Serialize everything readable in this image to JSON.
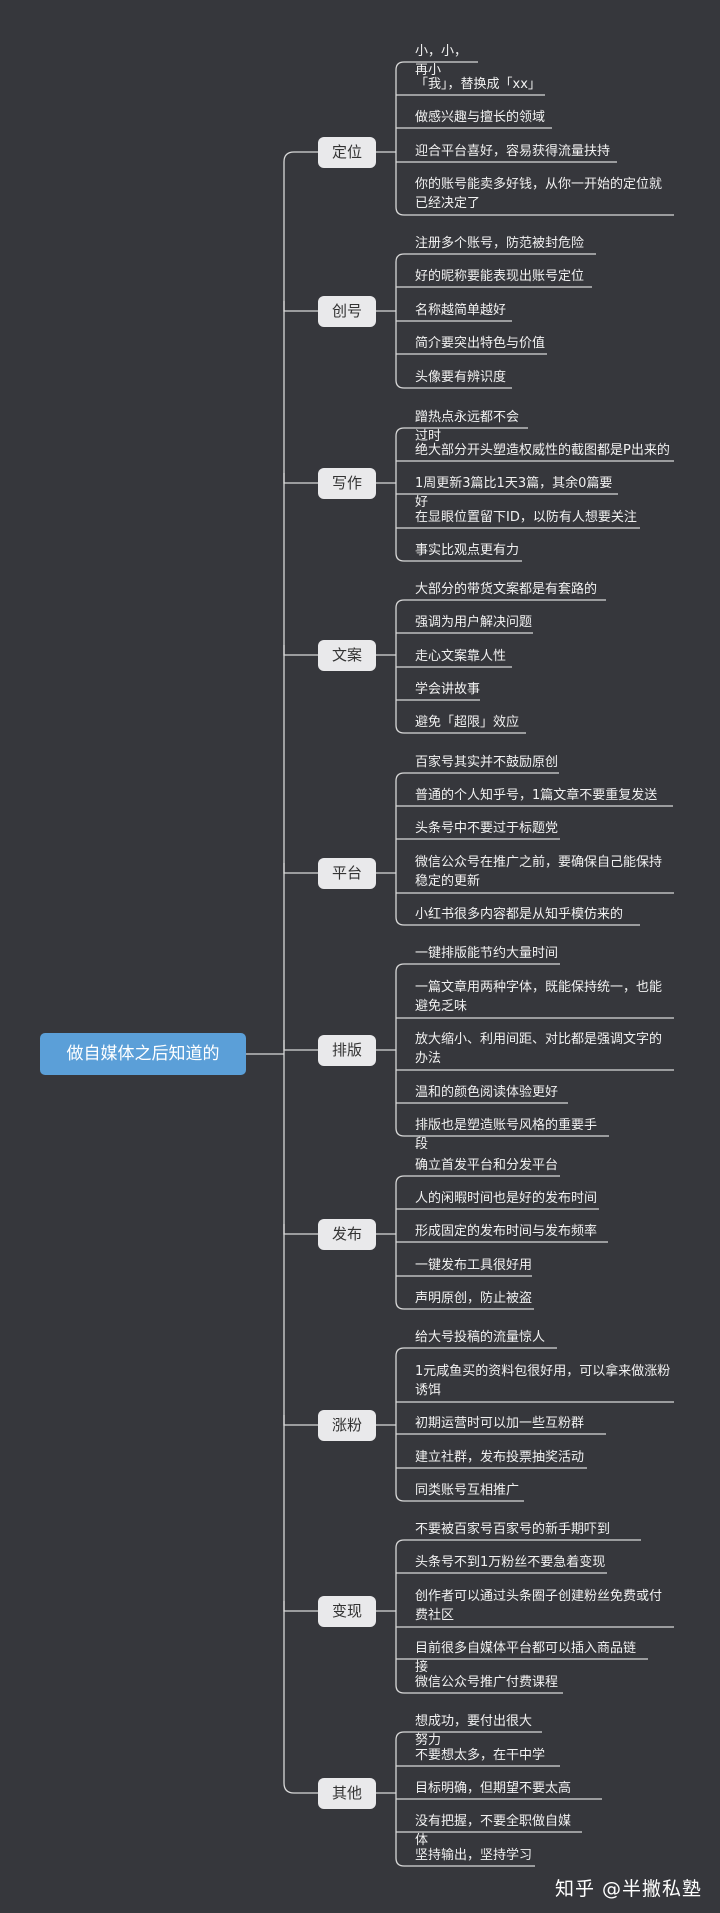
{
  "root": "做自媒体之后知道的",
  "watermark": "知乎 @半撇私塾",
  "colors": {
    "background": "#36373c",
    "root": "#5b9fd8",
    "branch": "#e9e9eb",
    "line": "#d8d8d8",
    "text": "#f1f1f1"
  },
  "branches": [
    {
      "label": "定位",
      "items": [
        "小，小，再小",
        "「我」，替换成「xx」",
        "做感兴趣与擅长的领域",
        "迎合平台喜好，容易获得流量扶持",
        "你的账号能卖多好钱，从你一开始的定位就已经决定了"
      ]
    },
    {
      "label": "创号",
      "items": [
        "注册多个账号，防范被封危险",
        "好的昵称要能表现出账号定位",
        "名称越简单越好",
        "简介要突出特色与价值",
        "头像要有辨识度"
      ]
    },
    {
      "label": "写作",
      "items": [
        "蹭热点永远都不会过时",
        "绝大部分开头塑造权威性的截图都是P出来的",
        "1周更新3篇比1天3篇，其余0篇要好",
        "在显眼位置留下ID，以防有人想要关注",
        "事实比观点更有力"
      ]
    },
    {
      "label": "文案",
      "items": [
        "大部分的带货文案都是有套路的",
        "强调为用户解决问题",
        "走心文案靠人性",
        "学会讲故事",
        "避免「超限」效应"
      ]
    },
    {
      "label": "平台",
      "items": [
        "百家号其实并不鼓励原创",
        "普通的个人知乎号，1篇文章不要重复发送",
        "头条号中不要过于标题党",
        "微信公众号在推广之前，要确保自己能保持稳定的更新",
        "小红书很多内容都是从知乎模仿来的"
      ]
    },
    {
      "label": "排版",
      "items": [
        "一键排版能节约大量时间",
        "一篇文章用两种字体，既能保持统一，也能避免乏味",
        "放大缩小、利用间距、对比都是强调文字的办法",
        "温和的颜色阅读体验更好",
        "排版也是塑造账号风格的重要手段"
      ]
    },
    {
      "label": "发布",
      "items": [
        "确立首发平台和分发平台",
        "人的闲暇时间也是好的发布时间",
        "形成固定的发布时间与发布频率",
        "一键发布工具很好用",
        "声明原创，防止被盗"
      ]
    },
    {
      "label": "涨粉",
      "items": [
        "给大号投稿的流量惊人",
        "1元咸鱼买的资料包很好用，可以拿来做涨粉诱饵",
        "初期运营时可以加一些互粉群",
        "建立社群，发布投票抽奖活动",
        "同类账号互相推广"
      ]
    },
    {
      "label": "变现",
      "items": [
        "不要被百家号百家号的新手期吓到",
        "头条号不到1万粉丝不要急着变现",
        "创作者可以通过头条圈子创建粉丝免费或付费社区",
        "目前很多自媒体平台都可以插入商品链接",
        "微信公众号推广付费课程"
      ]
    },
    {
      "label": "其他",
      "items": [
        "想成功，要付出很大努力",
        "不要想太多，在干中学",
        "目标明确，但期望不要太高",
        "没有把握，不要全职做自媒体",
        "坚持输出，坚持学习"
      ]
    }
  ]
}
